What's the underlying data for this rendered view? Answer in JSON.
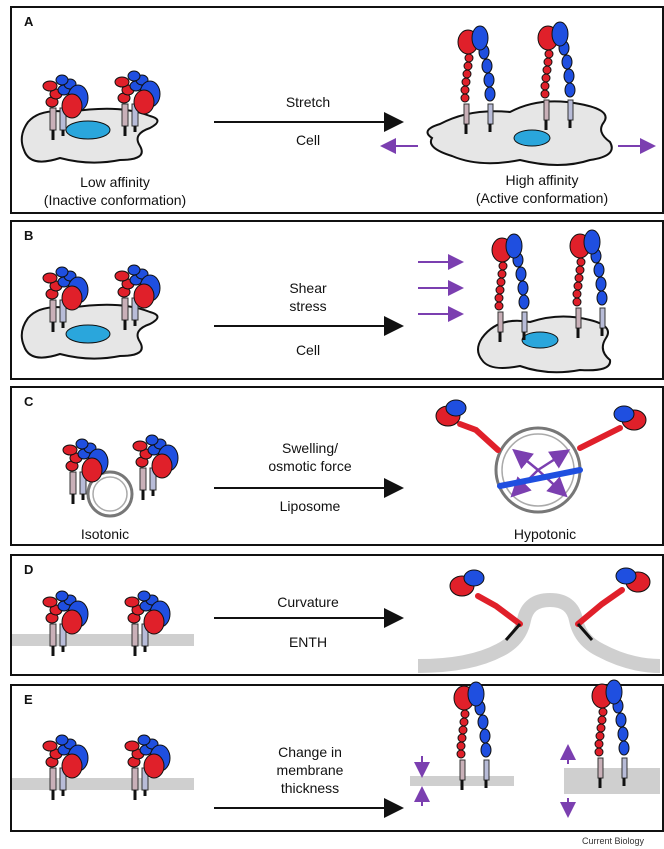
{
  "panels": [
    {
      "letter": "A",
      "mech_top": "Stretch",
      "mech_bottom": "Cell",
      "left_caption_line1": "Low affinity",
      "left_caption_line2": "(Inactive conformation)",
      "right_caption_line1": "High affinity",
      "right_caption_line2": "(Active conformation)"
    },
    {
      "letter": "B",
      "mech_top_line1": "Shear",
      "mech_top_line2": "stress",
      "mech_bottom": "Cell"
    },
    {
      "letter": "C",
      "mech_top_line1": "Swelling/",
      "mech_top_line2": "osmotic force",
      "mech_bottom": "Liposome",
      "left_caption": "Isotonic",
      "right_caption": "Hypotonic"
    },
    {
      "letter": "D",
      "mech_top": "Curvature",
      "mech_bottom": "ENTH"
    },
    {
      "letter": "E",
      "mech_line1": "Change in",
      "mech_line2": "membrane",
      "mech_line3": "thickness"
    }
  ],
  "footer": "Current Biology",
  "colors": {
    "red": "#e0202a",
    "blue": "#1f4fe0",
    "cell_fill": "#e6e6e6",
    "nucleus": "#2aa6dc",
    "arrow_purple": "#7b3fb0",
    "membrane_gray": "#cfcfcf"
  }
}
